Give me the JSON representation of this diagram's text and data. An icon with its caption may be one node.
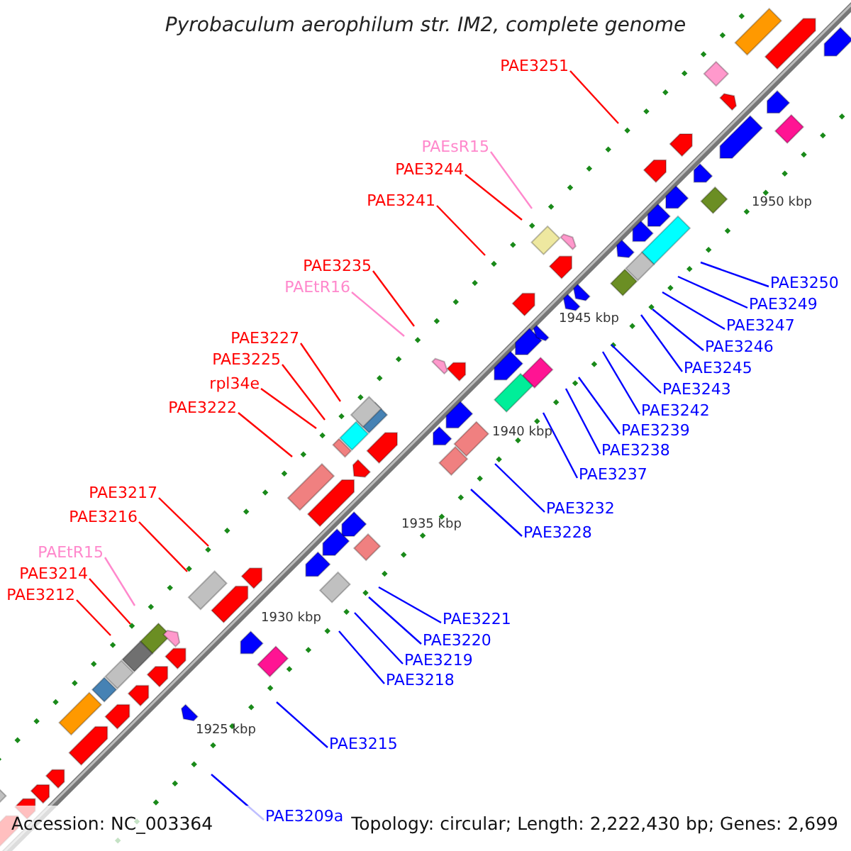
{
  "diagram": {
    "title": "Pyrobaculum aerophilum str. IM2, complete genome",
    "nodes": [
      {
        "text": [
          "PAE3251"
        ]
      },
      {
        "text": [
          "PAEsR15"
        ]
      },
      {
        "text": [
          "PAE3244"
        ]
      },
      {
        "text": [
          "PAE3241"
        ]
      },
      {
        "text": [
          "PAE3235"
        ]
      },
      {
        "text": [
          "PAEtR16"
        ]
      },
      {
        "text": [
          "PAE3227"
        ]
      },
      {
        "text": [
          "PAE3225"
        ]
      },
      {
        "text": [
          "rpl34e"
        ]
      },
      {
        "text": [
          "PAE3222"
        ]
      },
      {
        "text": [
          "PAE3217"
        ]
      },
      {
        "text": [
          "PAE3216"
        ]
      },
      {
        "text": [
          "PAEtR15"
        ]
      },
      {
        "text": [
          "PAE3214"
        ]
      },
      {
        "text": [
          "PAE3212"
        ]
      },
      {
        "text": [
          "PAE3250"
        ]
      },
      {
        "text": [
          "PAE3249"
        ]
      },
      {
        "text": [
          "PAE3247"
        ]
      },
      {
        "text": [
          "PAE3246"
        ]
      },
      {
        "text": [
          "PAE3245"
        ]
      },
      {
        "text": [
          "PAE3243"
        ]
      },
      {
        "text": [
          "PAE3242"
        ]
      },
      {
        "text": [
          "PAE3239"
        ]
      },
      {
        "text": [
          "PAE3238"
        ]
      },
      {
        "text": [
          "PAE3237"
        ]
      },
      {
        "text": [
          "PAE3232"
        ]
      },
      {
        "text": [
          "PAE3228"
        ]
      },
      {
        "text": [
          "PAE3221"
        ]
      },
      {
        "text": [
          "PAE3220"
        ]
      },
      {
        "text": [
          "PAE3219"
        ]
      },
      {
        "text": [
          "PAE3218"
        ]
      },
      {
        "text": [
          "PAE3215"
        ]
      },
      {
        "text": [
          "PAE3209a"
        ]
      }
    ],
    "edges": [
      {
        "from": 0,
        "to": null,
        "arrow": "none",
        "color": "#ff0000"
      },
      {
        "from": 1,
        "to": null,
        "arrow": "none",
        "color": "#ff88cc"
      },
      {
        "from": 2,
        "to": null,
        "arrow": "none",
        "color": "#ff0000"
      },
      {
        "from": 3,
        "to": null,
        "arrow": "none",
        "color": "#ff0000"
      },
      {
        "from": 4,
        "to": null,
        "arrow": "none",
        "color": "#ff0000"
      },
      {
        "from": 5,
        "to": null,
        "arrow": "none",
        "color": "#ff88cc"
      },
      {
        "from": 6,
        "to": null,
        "arrow": "none",
        "color": "#ff0000"
      },
      {
        "from": 7,
        "to": null,
        "arrow": "none",
        "color": "#ff0000"
      },
      {
        "from": 8,
        "to": null,
        "arrow": "none",
        "color": "#ff0000"
      },
      {
        "from": 9,
        "to": null,
        "arrow": "none",
        "color": "#ff0000"
      },
      {
        "from": 10,
        "to": null,
        "arrow": "none",
        "color": "#ff0000"
      },
      {
        "from": 11,
        "to": null,
        "arrow": "none",
        "color": "#ff0000"
      },
      {
        "from": 12,
        "to": null,
        "arrow": "none",
        "color": "#ff88cc"
      },
      {
        "from": 13,
        "to": null,
        "arrow": "none",
        "color": "#ff0000"
      },
      {
        "from": 14,
        "to": null,
        "arrow": "none",
        "color": "#ff0000"
      },
      {
        "from": 15,
        "to": null,
        "arrow": "none"
      },
      {
        "from": 16,
        "to": null,
        "arrow": "none"
      },
      {
        "from": 17,
        "to": null,
        "arrow": "none"
      },
      {
        "from": 18,
        "to": null,
        "arrow": "none"
      },
      {
        "from": 19,
        "to": null,
        "arrow": "none"
      },
      {
        "from": 20,
        "to": null,
        "arrow": "none"
      },
      {
        "from": 21,
        "to": null,
        "arrow": "none"
      },
      {
        "from": 22,
        "to": null,
        "arrow": "none"
      },
      {
        "from": 23,
        "to": null,
        "arrow": "none"
      },
      {
        "from": 24,
        "to": null,
        "arrow": "none"
      },
      {
        "from": 25,
        "to": null,
        "arrow": "none"
      },
      {
        "from": 26,
        "to": null,
        "arrow": "none"
      },
      {
        "from": 27,
        "to": null,
        "arrow": "none"
      },
      {
        "from": 28,
        "to": null,
        "arrow": "none"
      },
      {
        "from": 29,
        "to": null,
        "arrow": "none"
      },
      {
        "from": 30,
        "to": null,
        "arrow": "none"
      },
      {
        "from": 31,
        "to": null,
        "arrow": "none"
      },
      {
        "from": 32,
        "to": null,
        "arrow": "none"
      }
    ],
    "labels": [
      "1950 kbp",
      "1945 kbp",
      "1940 kbp",
      "1935 kbp",
      "1930 kbp",
      "1925 kbp",
      "Accession: NC_003364",
      "Topology: circular; Length: 2,222,430 bp; Genes: 2,699"
    ]
  }
}
